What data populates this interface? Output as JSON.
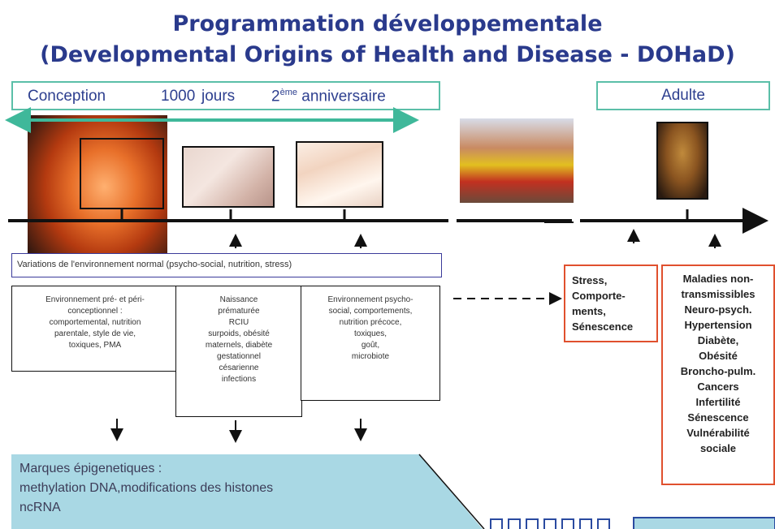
{
  "title": {
    "line1": "Programmation développementale",
    "line2": "(Developmental Origins of Health and Disease - DOHaD)"
  },
  "phases": {
    "conception": "Conception",
    "days_number": "1000",
    "days_word": "jours",
    "anniversary_number": "2",
    "anniversary_sup": "ème",
    "anniversary_word": "anniversaire",
    "adult": "Adulte"
  },
  "environment_label": "Variations de l'environnement normal (psycho-social, nutrition, stress)",
  "factor_boxes": [
    {
      "lines": [
        "Environnement pré- et péri-",
        "conceptionnel :",
        "comportemental, nutrition",
        "parentale, style de vie,",
        "toxiques, PMA"
      ]
    },
    {
      "lines": [
        "Naissance",
        "prématurée",
        "RCIU",
        "surpoids, obésité",
        "maternels, diabète",
        "gestationnel",
        "césarienne",
        "infections"
      ]
    },
    {
      "lines": [
        "Environnement psycho-",
        "social, comportements,",
        "nutrition précoce,",
        "toxiques,",
        "goût,",
        "microbiote"
      ]
    }
  ],
  "stress_box": {
    "lines": [
      "Stress,",
      "Comporte-",
      "ments,",
      "Sénescence"
    ]
  },
  "disease_box": {
    "lines": [
      "Maladies non-",
      "transmissibles",
      "Neuro-psych.",
      "Hypertension",
      "Diabète,",
      "Obésité",
      "Broncho-pulm.",
      "Cancers",
      "Infertilité",
      "Sénescence",
      "Vulnérabilité",
      "sociale"
    ]
  },
  "epigenetics": {
    "line1": "Marques épigenetiques :",
    "line2": "methylation DNA,modifications des  histones",
    "line3": "ncRNA"
  },
  "colors": {
    "title": "#2a3a8c",
    "teal": "#3fb89a",
    "red_border": "#e0502e",
    "epi_fill": "#a9d8e4"
  },
  "icons": [
    "embryo-photo",
    "premature-baby-photo",
    "infant-photo",
    "children-eating-photo",
    "thinker-statue-photo"
  ]
}
